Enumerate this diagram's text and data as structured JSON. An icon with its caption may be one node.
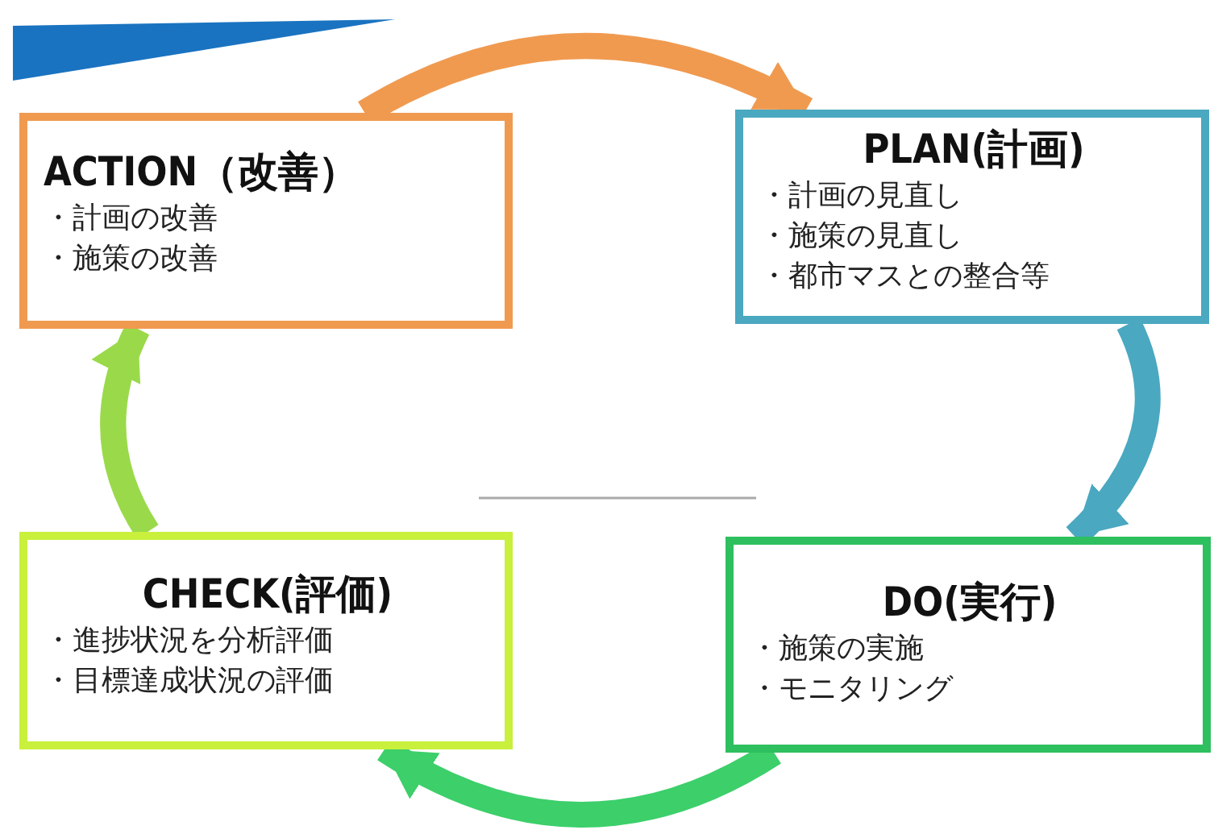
{
  "diagram": {
    "nodes": [
      {
        "text": [
          "ACTION（改善）",
          "・計画の改善",
          "・施策の改善"
        ]
      },
      {
        "text": [
          "PLAN(計画)",
          "・計画の見直し",
          "・施策の見直し",
          "・都市マスとの整合等"
        ]
      },
      {
        "text": [
          "CHECK(評価)",
          "・進捗状況を分析評価",
          "・目標達成状況の評価"
        ]
      },
      {
        "text": [
          "DO(実行)",
          "・施策の実施",
          "・モニタリング"
        ]
      }
    ],
    "edges": [
      {
        "from": 0,
        "to": 1,
        "arrow": "to",
        "color": "#f09a50"
      },
      {
        "from": 1,
        "to": 3,
        "arrow": "to",
        "color": "#4aa8c0"
      },
      {
        "from": 3,
        "to": 2,
        "arrow": "to",
        "color": "#3ccf6a"
      },
      {
        "from": 2,
        "to": 0,
        "arrow": "to",
        "color": "#9ada4a"
      }
    ]
  }
}
